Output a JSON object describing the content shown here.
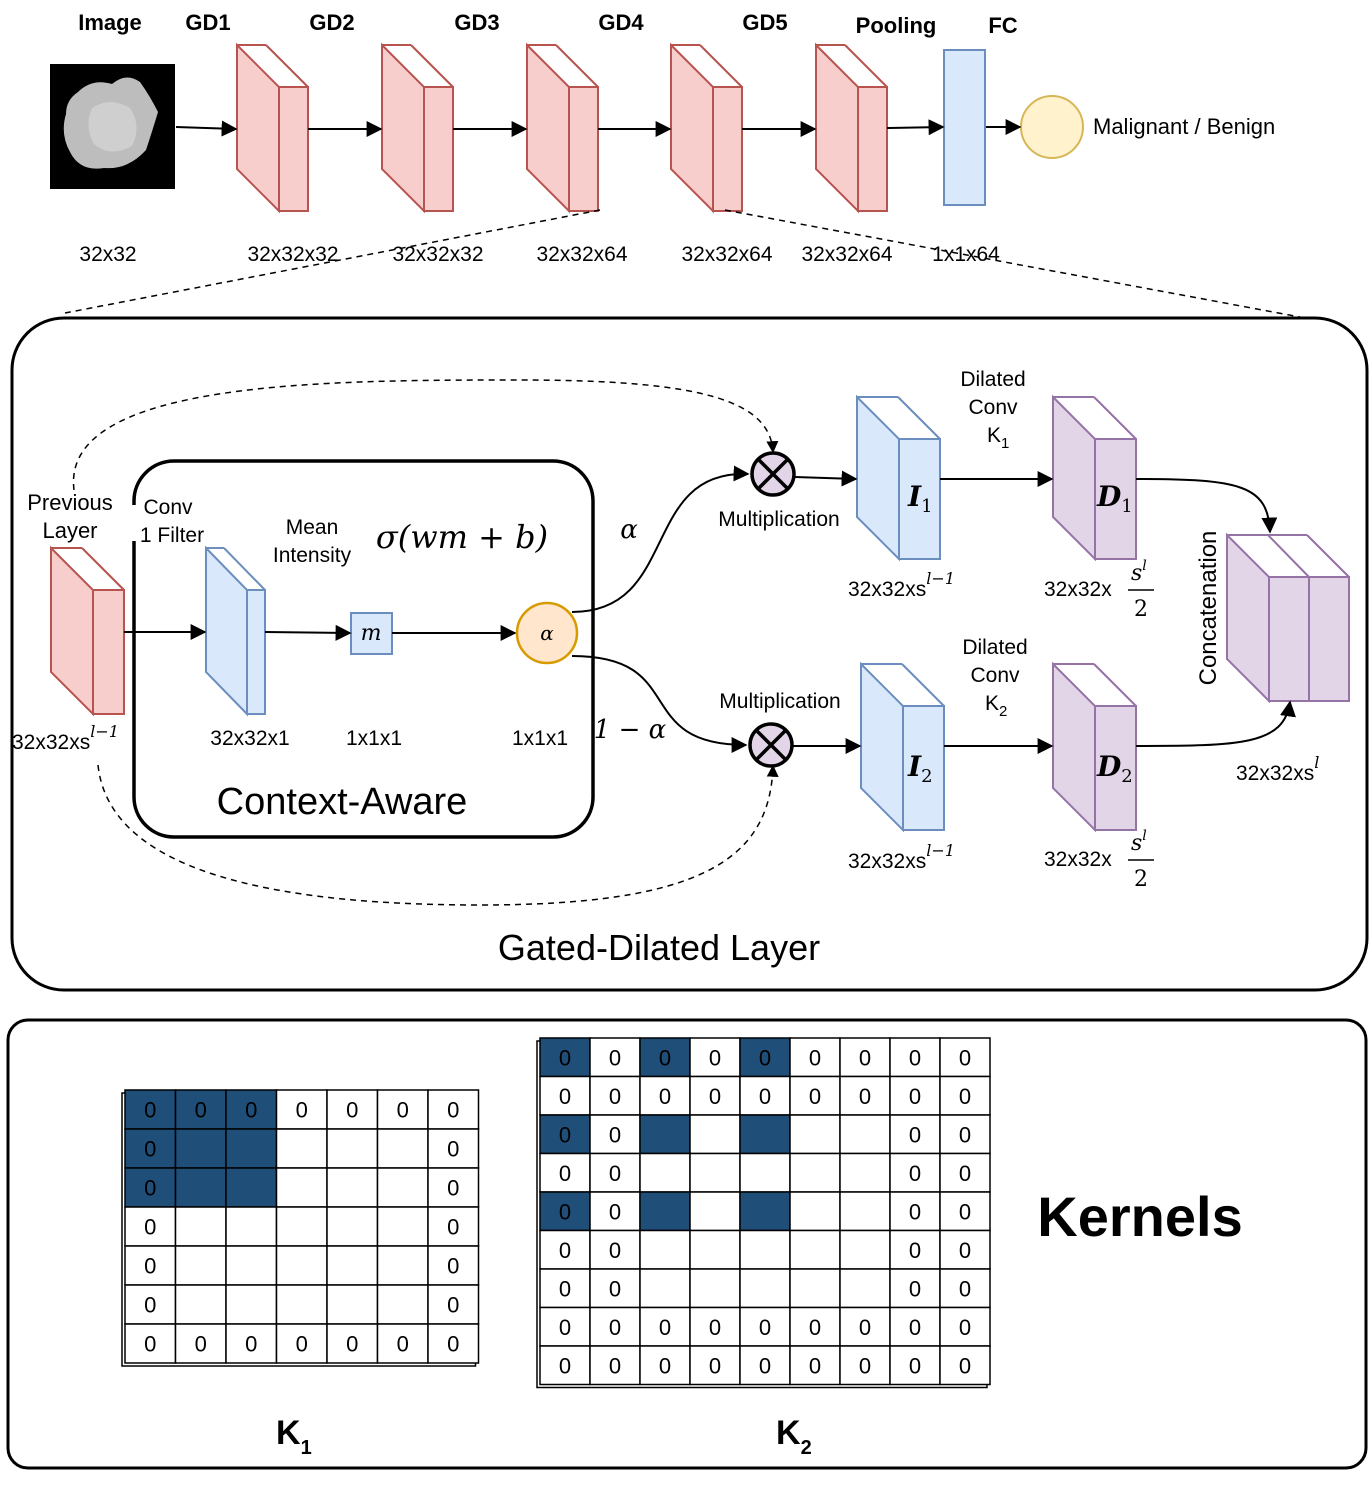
{
  "top": {
    "stages": [
      "Image",
      "GD1",
      "GD2",
      "GD3",
      "GD4",
      "GD5",
      "Pooling",
      "FC"
    ],
    "output_label": "Malignant / Benign",
    "dims": [
      "32x32",
      "32x32x32",
      "32x32x32",
      "32x32x64",
      "32x32x64",
      "32x32x64",
      "1x1x64"
    ]
  },
  "layer": {
    "title": "Gated-Dilated Layer",
    "previous_layer": [
      "Previous",
      "Layer"
    ],
    "prev_dim": "32x32xs",
    "prev_dim_sup": "l−1",
    "context": {
      "title": "Context-Aware",
      "conv_label": [
        "Conv",
        "1 Filter"
      ],
      "mean_label": [
        "Mean",
        "Intensity"
      ],
      "formula": "σ(wm + b)",
      "m_symbol": "m",
      "alpha_symbol": "α",
      "dims": [
        "32x32x1",
        "1x1x1",
        "1x1x1"
      ]
    },
    "alpha": "α",
    "one_minus_alpha": "1 − α",
    "mult_label": "Multiplication",
    "branches": [
      {
        "i_symbol": "I",
        "i_sub": "1",
        "d_symbol": "D",
        "d_sub": "1",
        "conv_label": [
          "Dilated",
          "Conv"
        ],
        "k": "K",
        "k_sub": "1",
        "i_dim": "32x32xs",
        "i_dim_sup": "l−1",
        "d_dim": "32x32x",
        "d_frac_num": "s",
        "d_frac_num_sup": "l",
        "d_frac_den": "2"
      },
      {
        "i_symbol": "I",
        "i_sub": "2",
        "d_symbol": "D",
        "d_sub": "2",
        "conv_label": [
          "Dilated",
          "Conv"
        ],
        "k": "K",
        "k_sub": "2",
        "i_dim": "32x32xs",
        "i_dim_sup": "l−1",
        "d_dim": "32x32x",
        "d_frac_num": "s",
        "d_frac_num_sup": "l",
        "d_frac_den": "2"
      }
    ],
    "concat_label": "Concatenation",
    "out_dim": "32x32xs",
    "out_dim_sup": "l"
  },
  "kernels": {
    "title": "Kernels",
    "k1": {
      "label": "K",
      "sub": "1",
      "rows": [
        [
          "0",
          "0",
          "0",
          "0",
          "0",
          "0",
          "0"
        ],
        [
          "0",
          "",
          "",
          "",
          "",
          "",
          "0"
        ],
        [
          "0",
          "",
          "",
          "",
          "",
          "",
          "0"
        ],
        [
          "0",
          "",
          "",
          "",
          "",
          "",
          "0"
        ],
        [
          "0",
          "",
          "",
          "",
          "",
          "",
          "0"
        ],
        [
          "0",
          "",
          "",
          "",
          "",
          "",
          "0"
        ],
        [
          "0",
          "0",
          "0",
          "0",
          "0",
          "0",
          "0"
        ]
      ],
      "filled": [
        [
          0,
          0
        ],
        [
          0,
          1
        ],
        [
          0,
          2
        ],
        [
          1,
          0
        ],
        [
          1,
          1
        ],
        [
          1,
          2
        ],
        [
          2,
          0
        ],
        [
          2,
          1
        ],
        [
          2,
          2
        ]
      ]
    },
    "k2": {
      "label": "K",
      "sub": "2",
      "rows": [
        [
          "0",
          "0",
          "0",
          "0",
          "0",
          "0",
          "0",
          "0",
          "0"
        ],
        [
          "0",
          "0",
          "0",
          "0",
          "0",
          "0",
          "0",
          "0",
          "0"
        ],
        [
          "0",
          "0",
          "",
          "",
          "",
          "",
          "",
          "0",
          "0"
        ],
        [
          "0",
          "0",
          "",
          "",
          "",
          "",
          "",
          "0",
          "0"
        ],
        [
          "0",
          "0",
          "",
          "",
          "",
          "",
          "",
          "0",
          "0"
        ],
        [
          "0",
          "0",
          "",
          "",
          "",
          "",
          "",
          "0",
          "0"
        ],
        [
          "0",
          "0",
          "",
          "",
          "",
          "",
          "",
          "0",
          "0"
        ],
        [
          "0",
          "0",
          "0",
          "0",
          "0",
          "0",
          "0",
          "0",
          "0"
        ],
        [
          "0",
          "0",
          "0",
          "0",
          "0",
          "0",
          "0",
          "0",
          "0"
        ]
      ],
      "filled": [
        [
          0,
          0
        ],
        [
          0,
          2
        ],
        [
          0,
          4
        ],
        [
          2,
          0
        ],
        [
          2,
          2
        ],
        [
          2,
          4
        ],
        [
          4,
          0
        ],
        [
          4,
          2
        ],
        [
          4,
          4
        ]
      ]
    },
    "fill_color": "#1f4e79"
  },
  "colors": {
    "red_fill": "#f8cecc",
    "red_stroke": "#b85450",
    "blue_fill": "#dae8fc",
    "blue_stroke": "#6c8ebf",
    "purple_fill": "#e1d5e7",
    "purple_stroke": "#9673a6",
    "yellow_fill": "#fff2cc",
    "yellow_stroke": "#d6b656",
    "orange_fill": "#ffe6cc",
    "orange_stroke": "#d79b00"
  }
}
